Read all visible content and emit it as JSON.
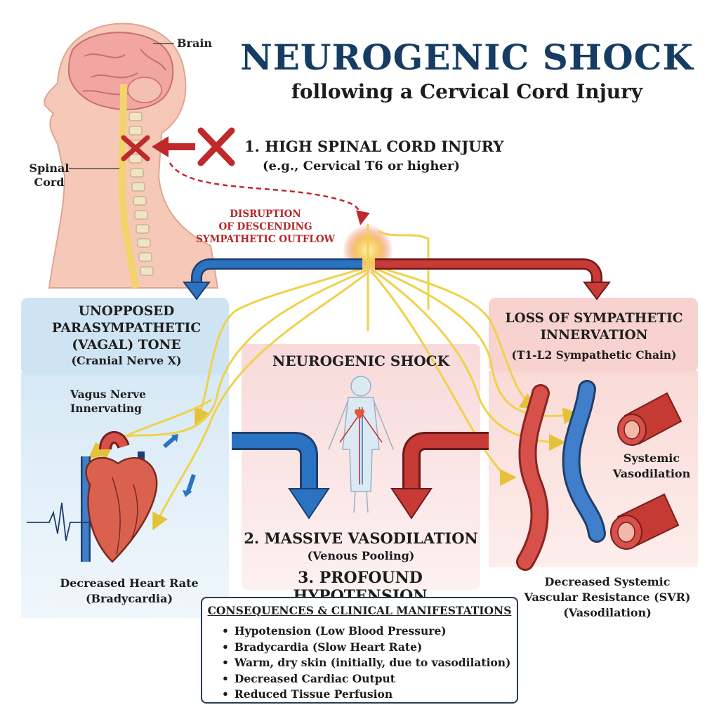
{
  "title": "NEUROGENIC SHOCK",
  "subtitle": "following a Cervical Cord Injury",
  "anatomy": {
    "brain": "Brain",
    "spinal_cord": "Spinal\nCord"
  },
  "step1": {
    "text": "1. HIGH SPINAL CORD INJURY",
    "sub": "(e.g., Cervical T6 or higher)"
  },
  "disruption": "DISRUPTION\nOF DESCENDING\nSYMPATHETIC OUTFLOW",
  "left_panel": {
    "heading": "UNOPPOSED\nPARASYMPATHETIC\n(VAGAL) TONE",
    "sub": "(Cranial Nerve X)",
    "vagus": "Vagus Nerve\nInnervating",
    "result": "Decreased Heart Rate\n(Bradycardia)"
  },
  "center_panel": {
    "heading": "NEUROGENIC SHOCK",
    "step2": "2. MASSIVE VASODILATION",
    "step2_sub": "(Venous Pooling)",
    "step3": "3. PROFOUND HYPOTENSION"
  },
  "right_panel": {
    "heading": "LOSS OF SYMPATHETIC\nINNERVATION",
    "sub": "(T1-L2 Sympathetic Chain)",
    "systemic": "Systemic\nVasodilation",
    "result": "Decreased Systemic\nVascular Resistance (SVR)\n(Vasodilation)"
  },
  "consequences": {
    "title": "CONSEQUENCES & CLINICAL MANIFESTATIONS",
    "items": [
      "Hypotension (Low Blood Pressure)",
      "Bradycardia (Slow Heart Rate)",
      "Warm, dry skin (initially, due to vasodilation)",
      "Decreased Cardiac Output",
      "Reduced Tissue Perfusion"
    ]
  },
  "colors": {
    "title": "#163c63",
    "parasympathetic_blue": "#2166b0",
    "sympathetic_red": "#c0292c",
    "nerve_yellow": "#f0d050",
    "left_panel_bg": "#dcecf7",
    "center_panel_bg": "#fae3e3",
    "right_panel_bg": "#fbe2df"
  }
}
